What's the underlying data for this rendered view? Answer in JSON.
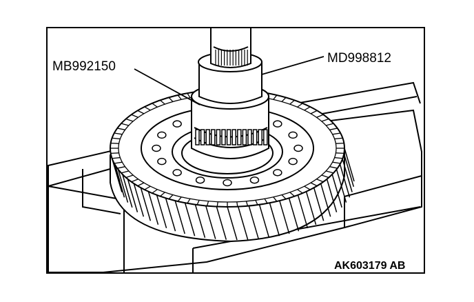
{
  "callouts": {
    "left_tool": "MB992150",
    "right_tool": "MD998812"
  },
  "figure_id": "AK603179 AB"
}
